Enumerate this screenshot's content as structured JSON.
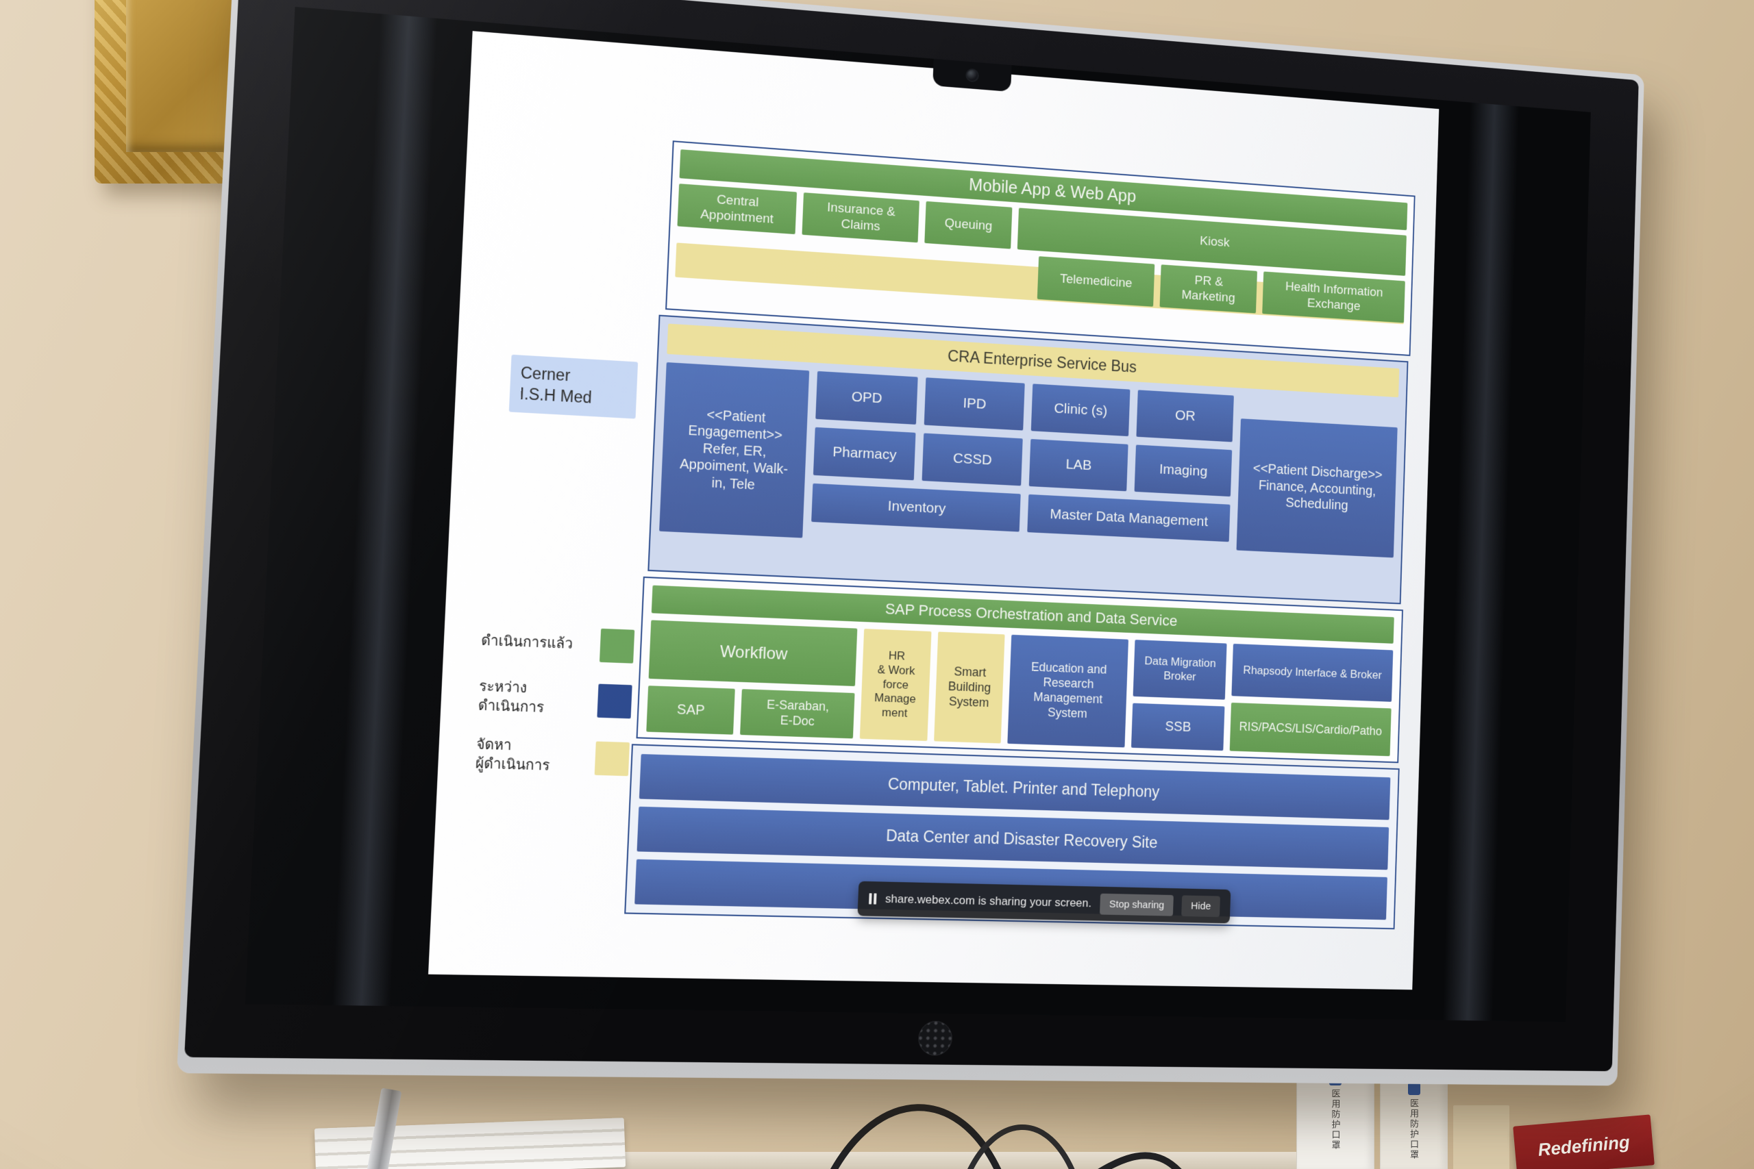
{
  "colors": {
    "green": "#6ca45c",
    "yellow": "#ece09c",
    "blue": "#4e6cb2",
    "navy_border": "#31508f",
    "panel_blue": "#cfd9ee"
  },
  "annotations": {
    "cerner_label": "Cerner\nI.S.H Med",
    "legend": [
      {
        "label": "ดำเนินการแล้ว",
        "color": "#6ca45c"
      },
      {
        "label": "ระหว่าง\nดำเนินการ",
        "color": "#2d4a8e"
      },
      {
        "label": "จัดหา\nผู้ดำเนินการ",
        "color": "#ece09c"
      }
    ]
  },
  "tier_apps": {
    "banner": "Mobile App & Web App",
    "boxes_row1": [
      {
        "label": "Central\nAppointment"
      },
      {
        "label": "Insurance &\nClaims"
      },
      {
        "label": "Queuing"
      },
      {
        "label": "Kiosk"
      }
    ],
    "boxes_row2": [
      {
        "label": "Telemedicine"
      },
      {
        "label": "PR &\nMarketing"
      },
      {
        "label": "Health Information\nExchange"
      }
    ]
  },
  "esb_banner": "CRA Enterprise Service Bus",
  "tier_core": {
    "patient_engagement": "<<Patient\nEngagement>>\nRefer, ER,\nAppoiment, Walk-\nin, Tele",
    "grid": [
      "OPD",
      "IPD",
      "Clinic (s)",
      "OR",
      "Pharmacy",
      "CSSD",
      "LAB",
      "Imaging"
    ],
    "inventory": "Inventory",
    "mdm": "Master Data Management",
    "patient_discharge": "<<Patient Discharge>>\nFinance, Accounting,\nScheduling"
  },
  "tier_sap": {
    "banner": "SAP Process Orchestration and Data Service",
    "workflow": "Workflow",
    "sap": "SAP",
    "esaraban": "E-Saraban,\nE-Doc",
    "hr": "HR\n& Work\nforce\nManage\nment",
    "smart_building": "Smart\nBuilding\nSystem",
    "education": "Education and\nResearch\nManagement\nSystem",
    "data_migration": "Data Migration\nBroker",
    "ssb": "SSB",
    "rhapsody": "Rhapsody Interface & Broker",
    "ris": "RIS/PACS/LIS/Cardio/Patho"
  },
  "tier_infra": {
    "bar1": "Computer, Tablet. Printer and Telephony",
    "bar2": "Data Center and Disaster Recovery Site"
  },
  "webex_toolbar": {
    "message": "share.webex.com is sharing your screen.",
    "stop_button": "Stop sharing",
    "hide_button": "Hide"
  },
  "scene": {
    "book_red": "Redefining",
    "book_spine": "医用防护口罩"
  }
}
